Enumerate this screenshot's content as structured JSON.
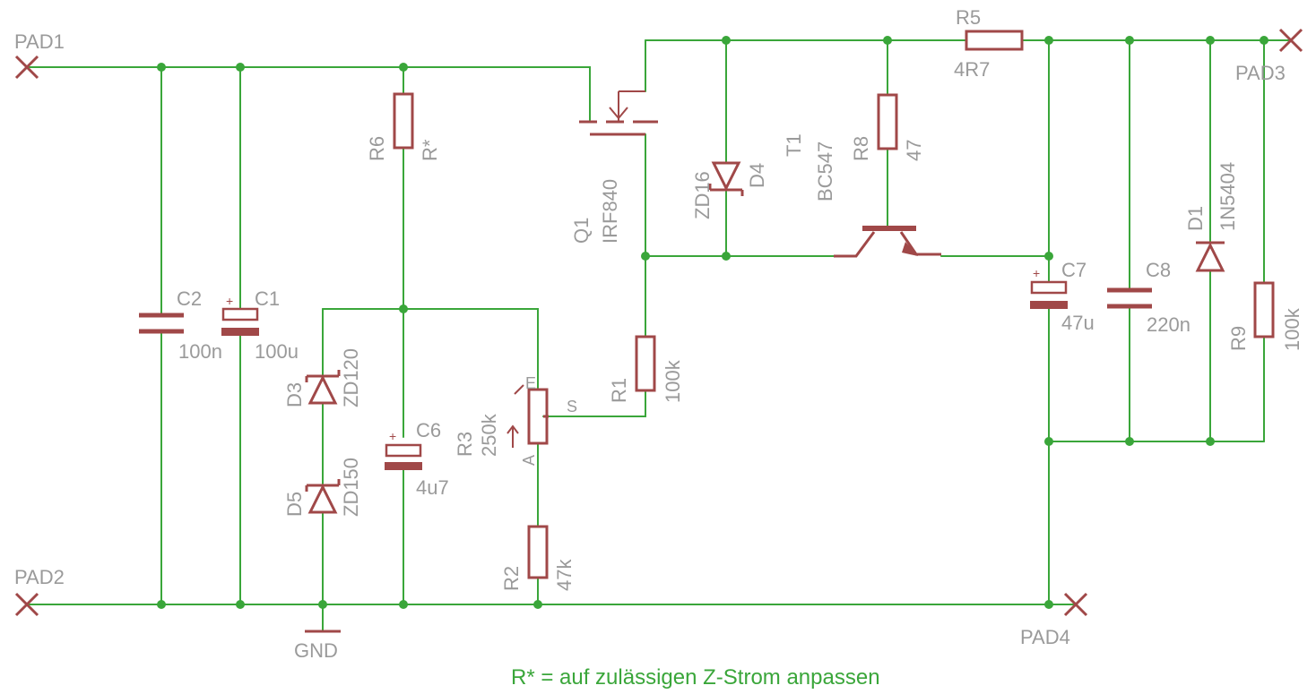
{
  "pads": {
    "pad1": "PAD1",
    "pad2": "PAD2",
    "pad3": "PAD3",
    "pad4": "PAD4"
  },
  "gnd": "GND",
  "note": "R* = auf zulässigen Z-Strom anpassen",
  "components": {
    "c1": {
      "name": "C1",
      "value": "100u"
    },
    "c2": {
      "name": "C2",
      "value": "100n"
    },
    "c6": {
      "name": "C6",
      "value": "4u7"
    },
    "c7": {
      "name": "C7",
      "value": "47u"
    },
    "c8": {
      "name": "C8",
      "value": "220n"
    },
    "r1": {
      "name": "R1",
      "value": "100k"
    },
    "r2": {
      "name": "R2",
      "value": "47k"
    },
    "r3": {
      "name": "R3",
      "value": "250k",
      "pin_e": "E",
      "pin_s": "S",
      "pin_a": "A"
    },
    "r5": {
      "name": "R5",
      "value": "4R7"
    },
    "r6": {
      "name": "R6",
      "value": "R*"
    },
    "r8": {
      "name": "R8",
      "value": "47"
    },
    "r9": {
      "name": "R9",
      "value": "100k"
    },
    "d1": {
      "name": "D1",
      "value": "1N5404"
    },
    "d3": {
      "name": "D3",
      "value": "ZD120"
    },
    "d4": {
      "name": "D4",
      "value": "ZD16"
    },
    "d5": {
      "name": "D5",
      "value": "ZD150"
    },
    "q1": {
      "name": "Q1",
      "value": "IRF840"
    },
    "t1": {
      "name": "T1",
      "value": "BC547"
    }
  },
  "colors": {
    "wire": "#3aa63a",
    "component": "#a04848",
    "label": "#9a9a9a"
  }
}
